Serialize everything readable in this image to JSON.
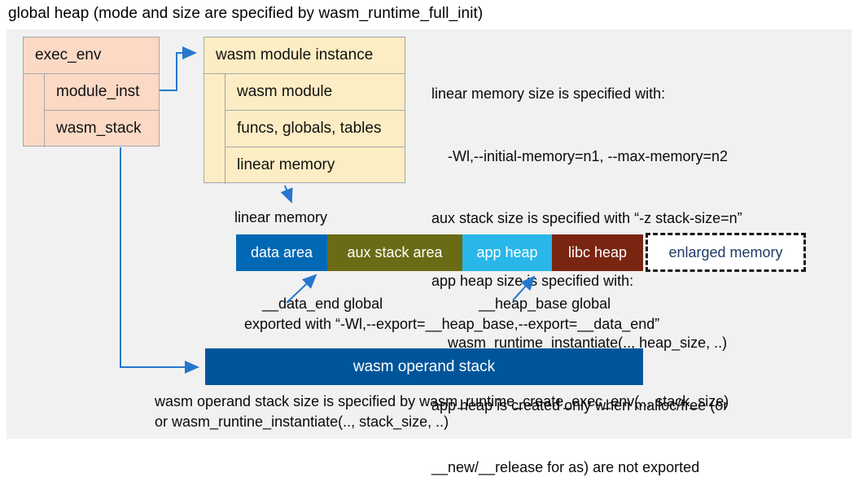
{
  "title": "global heap (mode and size are specified by wasm_runtime_full_init)",
  "exec_env_box": {
    "header": "exec_env",
    "rows": [
      "module_inst",
      "wasm_stack"
    ]
  },
  "module_instance_box": {
    "header": "wasm module instance",
    "rows": [
      "wasm module",
      "funcs, globals, tables",
      "linear memory"
    ]
  },
  "notes_right": {
    "lines": [
      "linear memory size is specified with:",
      "    -Wl,--initial-memory=n1, --max-memory=n2",
      "aux stack size is specified with “-z stack-size=n”",
      "app heap size is specified with:",
      "    wasm_runtime_instantiate(.., heap_size, ..)",
      "app heap is created only when malloc/free (or",
      "__new/__release for as) are not exported"
    ]
  },
  "linear_memory": {
    "label": "linear memory",
    "segments": [
      {
        "label": "data area",
        "color": "#0068b5"
      },
      {
        "label": "aux stack area",
        "color": "#6a6b14"
      },
      {
        "label": "app heap",
        "color": "#29b7ea"
      },
      {
        "label": "libc heap",
        "color": "#7a2511"
      },
      {
        "label": "enlarged memory",
        "color": "#ffffff",
        "text_color": "#1f3a67",
        "border": "dashed"
      }
    ]
  },
  "annotations": {
    "data_end": "__data_end global",
    "heap_base": "__heap_base global",
    "exported": "exported with “-Wl,--export=__heap_base,--export=__data_end”"
  },
  "operand_stack": {
    "label": "wasm operand stack",
    "color": "#00559a"
  },
  "footer": {
    "lines": [
      "wasm operand stack size is specified by wasm_runtime_create_exec_env(.., stack_size)",
      "or wasm_runtine_instantiate(.., stack_size, ..)"
    ]
  },
  "colors": {
    "panel_bg": "#f1f1f1",
    "exec_env_fill": "#fbd9c5",
    "instance_fill": "#fdedc4",
    "box_border": "#a6a6a6",
    "arrow": "#2577cd"
  }
}
